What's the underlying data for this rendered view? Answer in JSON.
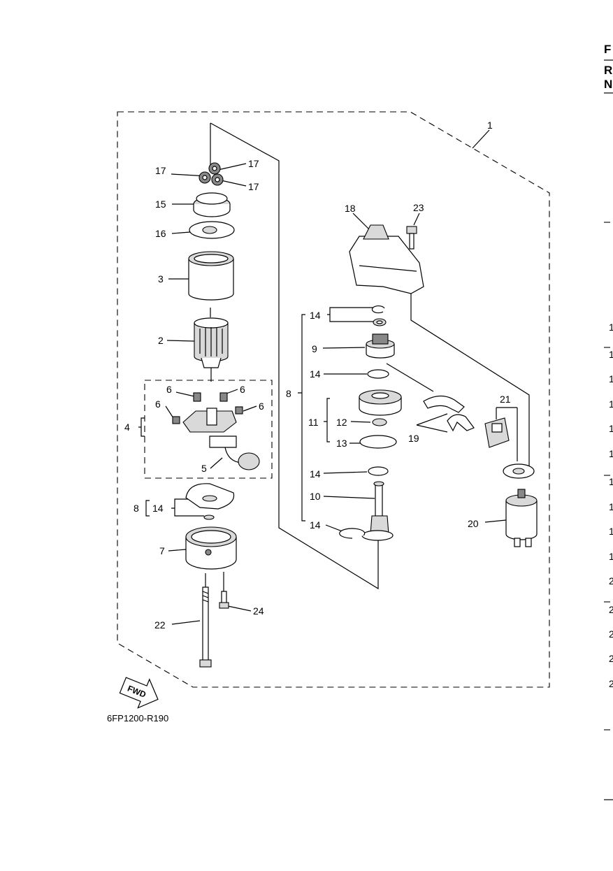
{
  "diagram": {
    "drawing_code": "6FP1200-R190",
    "fwd_label": "FWD",
    "callouts": {
      "c1": "1",
      "c2": "2",
      "c3": "3",
      "c4": "4",
      "c5": "5",
      "c6a": "6",
      "c6b": "6",
      "c6c": "6",
      "c6d": "6",
      "c7": "7",
      "c8a": "8",
      "c8b": "8",
      "c9": "9",
      "c10": "10",
      "c11": "11",
      "c12": "12",
      "c13": "13",
      "c14a": "14",
      "c14b": "14",
      "c14c": "14",
      "c14d": "14",
      "c14e": "14",
      "c15": "15",
      "c16": "16",
      "c17a": "17",
      "c17b": "17",
      "c17c": "17",
      "c18": "18",
      "c19": "19",
      "c20": "20",
      "c21": "21",
      "c22": "22",
      "c23": "23",
      "c24": "24"
    }
  },
  "right_margin": {
    "header": [
      "F",
      "R",
      "N"
    ],
    "rows": [
      "1",
      "1",
      "1",
      "1",
      "1",
      "1",
      "1",
      "1",
      "1",
      "1",
      "2",
      "2",
      "2",
      "2",
      "2"
    ]
  }
}
